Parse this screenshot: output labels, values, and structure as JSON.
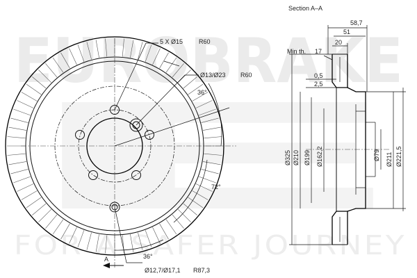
{
  "watermark": {
    "logo_text": "EUROBRAKE",
    "tagline": "FOR A SAFER JOURNEY"
  },
  "front_view": {
    "bolt_circle_label": "5 X Ø15",
    "bolt_radius_label": "R60",
    "hole_label": "Ø13/Ø23",
    "hole_radius_label": "R60",
    "angle_top": "36°",
    "angle_right": "72°",
    "angle_bottom": "36°",
    "bottom_hole_label": "Ø12,7/Ø17,1",
    "bottom_radius_label": "R87,3",
    "section_marker": "A"
  },
  "section_view": {
    "title": "Section A–A",
    "min_thickness_label": "Min th.",
    "min_thickness_value": "17",
    "dim_58_7": "58,7",
    "dim_51": "51",
    "dim_20": "20",
    "dim_0_5": "0,5",
    "dim_2_5": "2,5",
    "dia_325": "Ø325",
    "dia_210": "Ø210",
    "dia_199": "Ø199",
    "dia_162_2": "Ø162,2",
    "dia_79": "Ø79",
    "dia_211": "Ø211",
    "dia_221_5": "Ø221,5"
  }
}
